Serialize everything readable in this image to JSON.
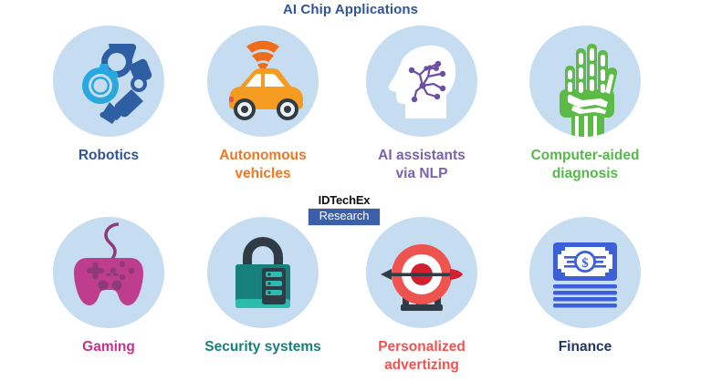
{
  "header": {
    "title": "AI Chip Applications",
    "title_color": "#2f5597"
  },
  "logo": {
    "name": "idtechex-research-logo",
    "top_text": "IDTechEx",
    "bottom_text": "Research",
    "bottom_bg": "#3b5fa8"
  },
  "circle_bg": "#c6dcf0",
  "items": [
    {
      "id": "robotics",
      "icon": "robot-arm-gear-icon",
      "label": "Robotics",
      "label_line2": "",
      "color": "#2f5597",
      "icon_colors": {
        "primary": "#2e5fa3",
        "secondary": "#29a8e0"
      }
    },
    {
      "id": "autonomous-vehicles",
      "icon": "car-wifi-icon",
      "label": "Autonomous",
      "label_line2": "vehicles",
      "color": "#ef7722",
      "icon_colors": {
        "primary": "#f59b20",
        "secondary": "#ef6c19"
      }
    },
    {
      "id": "ai-assistants-via-nlp",
      "icon": "head-neural-network-icon",
      "label": "AI assistants",
      "label_line2": "via NLP",
      "color": "#7b62ae",
      "icon_colors": {
        "primary": "#ffffff",
        "secondary": "#6a4fa3"
      }
    },
    {
      "id": "computer-aided-diagnosis",
      "icon": "xray-hand-icon",
      "label": "Computer-aided",
      "label_line2": "diagnosis",
      "color": "#54b948",
      "icon_colors": {
        "primary": "#5cbb46",
        "secondary": "#ffffff"
      }
    },
    {
      "id": "gaming",
      "icon": "gamepad-icon",
      "label": "Gaming",
      "label_line2": "",
      "color": "#c9318c",
      "icon_colors": {
        "primary": "#bf3d8e",
        "secondary": "#8e3a7a"
      }
    },
    {
      "id": "security-systems",
      "icon": "padlock-icon",
      "label": "Security systems",
      "label_line2": "",
      "color": "#17807d",
      "icon_colors": {
        "primary": "#17807d",
        "secondary": "#2f3c45"
      }
    },
    {
      "id": "personalized-advertizing",
      "icon": "target-arrow-icon",
      "label": "Personalized",
      "label_line2": "advertizing",
      "color": "#ef5350",
      "icon_colors": {
        "primary": "#ef5350",
        "secondary": "#d32030"
      }
    },
    {
      "id": "finance",
      "icon": "banknotes-dollar-icon",
      "label": "Finance",
      "label_line2": "",
      "color": "#1f3864",
      "icon_colors": {
        "primary": "#3d5fd9",
        "secondary": "#ffffff"
      }
    }
  ]
}
